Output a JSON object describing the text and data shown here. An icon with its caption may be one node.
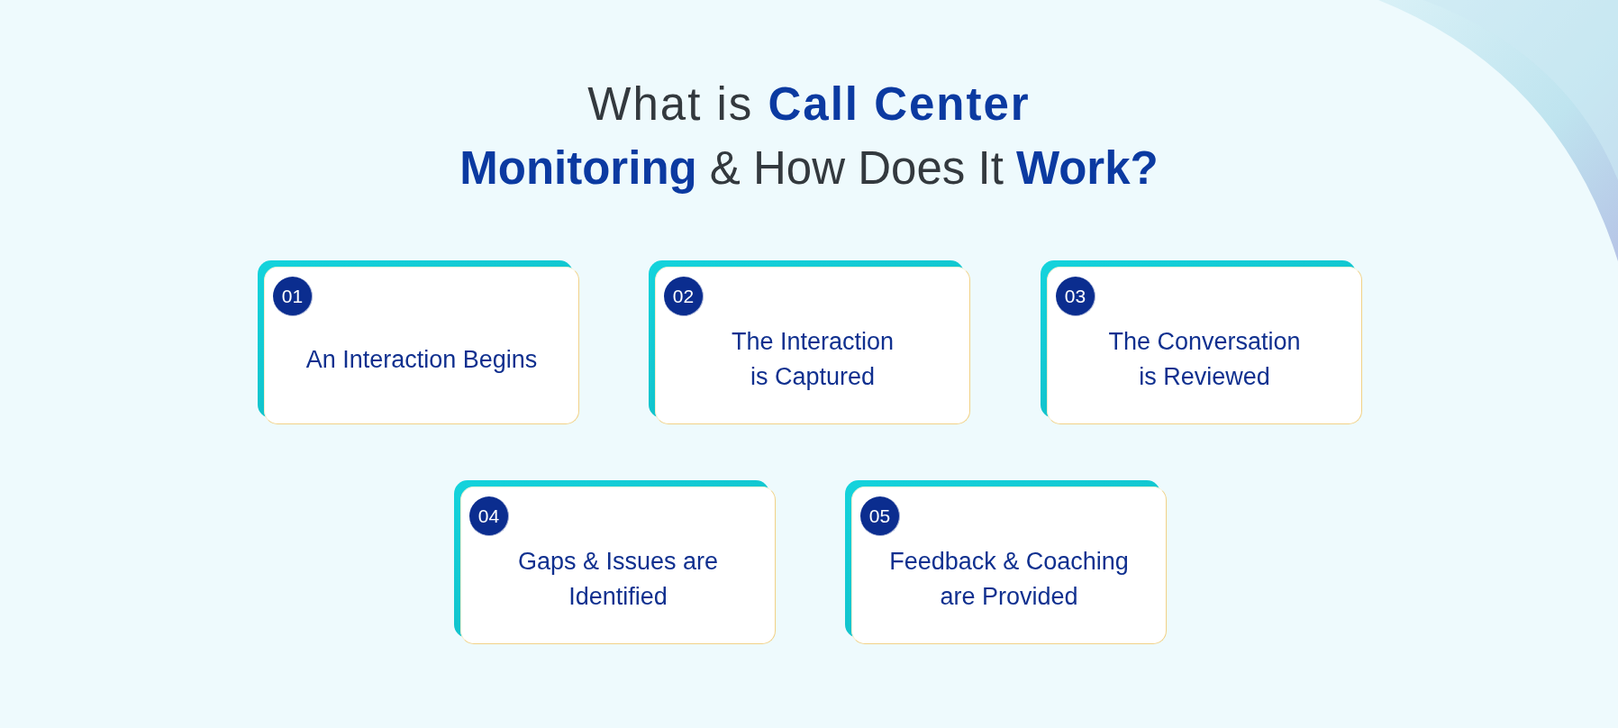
{
  "diagram": {
    "title": "What is **Call Center Monitoring** & How Does It **Work?**",
    "nodes": [
      {
        "text": [
          "An Interaction Begins"
        ]
      },
      {
        "text": [
          "01"
        ],
        "in": 0
      },
      {
        "text": [
          "The Interaction is Captured"
        ]
      },
      {
        "text": [
          "02"
        ],
        "in": 2
      },
      {
        "text": [
          "The Conversation is Reviewed"
        ]
      },
      {
        "text": [
          "03"
        ],
        "in": 4
      },
      {
        "text": [
          "Gaps & Issues are Identified"
        ]
      },
      {
        "text": [
          "04"
        ],
        "in": 6
      },
      {
        "text": [
          "Feedback & Coaching are Provided"
        ]
      },
      {
        "text": [
          "05"
        ],
        "in": 8
      }
    ]
  }
}
